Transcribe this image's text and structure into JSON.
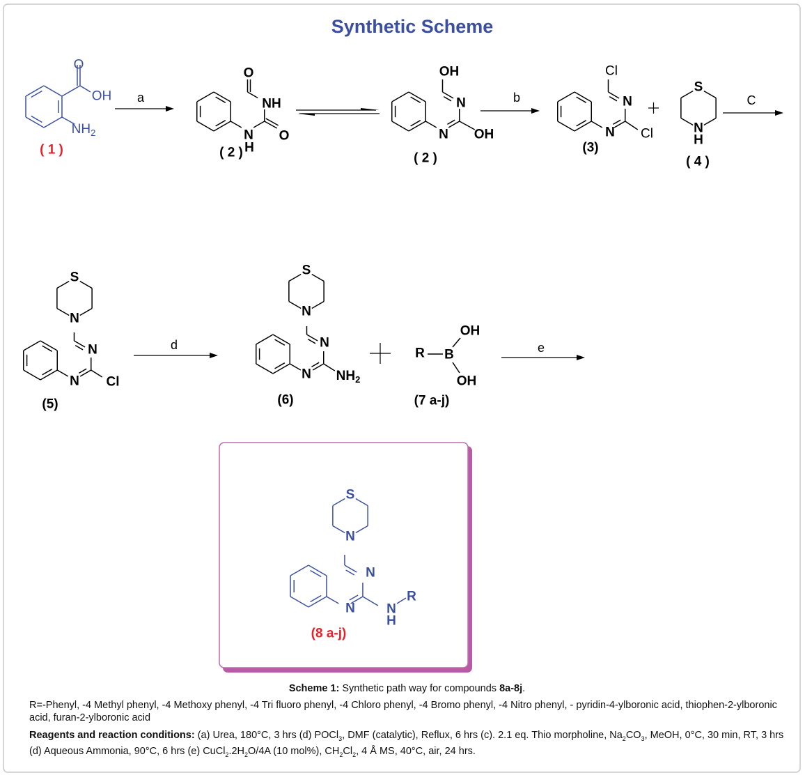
{
  "title": "Synthetic Scheme",
  "colors": {
    "title": "#3b4fa0",
    "highlight": "#e8202a",
    "box": "#b85aa5",
    "structure_blue": "#3b4fa0"
  },
  "conditions": {
    "a": "a",
    "b": "b",
    "c": "C",
    "d": "d",
    "e": "e"
  },
  "compounds": {
    "c1": {
      "label": "( 1 )",
      "o": "O",
      "oh": "OH",
      "nh2": "NH",
      "nh2_sub": "2"
    },
    "c2a": {
      "label": "( 2 )",
      "o_top": "O",
      "nh": "NH",
      "o_right": "O",
      "n": "N",
      "h": "H"
    },
    "c2b": {
      "label": "( 2 )",
      "oh_top": "OH",
      "n_top": "N",
      "n_bottom": "N",
      "oh_right": "OH"
    },
    "c3": {
      "label": "(3)",
      "cl_top": "Cl",
      "n_top": "N",
      "n_bottom": "N",
      "cl_right": "Cl"
    },
    "c4": {
      "label": "( 4 )",
      "s": "S",
      "n": "N",
      "h": "H"
    },
    "c5": {
      "label": "(5)",
      "s": "S",
      "n_morph": "N",
      "n_top": "N",
      "n_bottom": "N",
      "cl": "Cl"
    },
    "c6": {
      "label": "(6)",
      "s": "S",
      "n_morph": "N",
      "n_top": "N",
      "n_bottom": "N",
      "nh2": "NH",
      "nh2_sub": "2"
    },
    "c7": {
      "label": "(7 a-j)",
      "r": "R",
      "b": "B",
      "oh_top": "OH",
      "oh_bottom": "OH"
    },
    "c8": {
      "label": "(8 a-j)",
      "s": "S",
      "n_morph": "N",
      "n_top": "N",
      "n_bottom": "N",
      "n": "N",
      "h": "H",
      "r": "R"
    }
  },
  "caption": {
    "scheme_label": "Scheme 1:",
    "scheme_text": " Synthetic path way for compounds ",
    "scheme_compounds": "8a-8j",
    "scheme_end": ".",
    "r_groups": "R=-Phenyl, -4 Methyl phenyl, -4 Methoxy phenyl, -4 Tri fluoro phenyl, -4 Chloro phenyl, -4 Bromo phenyl, -4 Nitro phenyl, - pyridin-4-ylboronic acid, thiophen-2-ylboronic acid, furan-2-ylboronic acid",
    "reagents_label": "Reagents and reaction conditions:",
    "reagents_1": " (a) Urea, 180°C, 3 hrs (d) POCl",
    "sub_3a": "3",
    "reagents_2": ", DMF (catalytic), Reflux, 6 hrs (c). 2.1 eq. Thio morpholine, Na",
    "sub_2a": "2",
    "reagents_3": "CO",
    "sub_3b": "3",
    "reagents_4": ", MeOH, 0°C, 30 min, RT, 3 hrs (d) Aqueous Ammonia, 90°C, 6 hrs (e) CuCl",
    "sub_2b": "2",
    "reagents_5": ".2H",
    "sub_2c": "2",
    "reagents_6": "O/4A (10 mol%), CH",
    "sub_2d": "2",
    "reagents_7": "Cl",
    "sub_2e": "2",
    "reagents_8": ", 4 Å MS, 40°C, air, 24 hrs."
  }
}
